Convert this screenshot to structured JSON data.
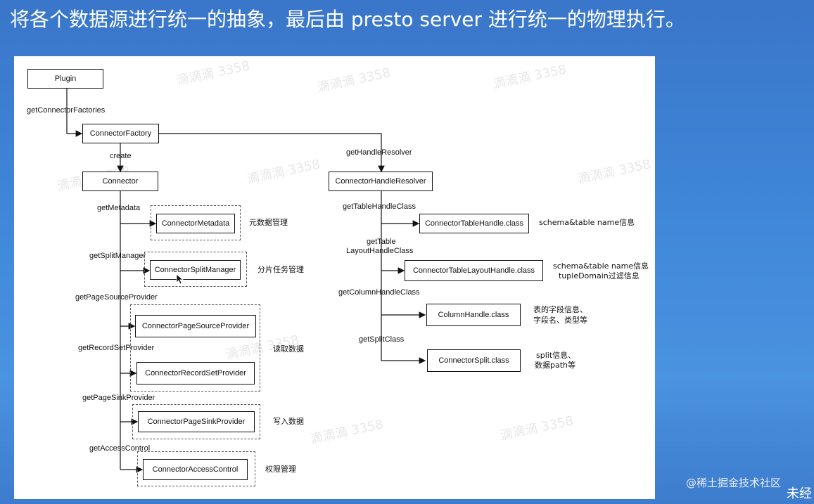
{
  "slide": {
    "title": "将各个数据源进行统一的抽象，最后由 presto server 进行统一的物理执行。",
    "watermark": "@稀土掘金技术社区",
    "corner_text": "未经"
  },
  "diagram": {
    "background_watermark": "滴滴滴 3358",
    "boxes": {
      "plugin": "Plugin",
      "connector_factory": "ConnectorFactory",
      "connector": "Connector",
      "connector_metadata": "ConnectorMetadata",
      "connector_split_manager": "ConnectorSplitManager",
      "connector_page_source_provider": "ConnectorPageSourceProvider",
      "connector_record_set_provider": "ConnectorRecordSetProvider",
      "connector_page_sink_provider": "ConnectorPageSinkProvider",
      "connector_access_control": "ConnectorAccessControl",
      "connector_handle_resolver": "ConnectorHandleResolver",
      "connector_table_handle": "ConnectorTableHandle.class",
      "connector_table_layout_handle": "ConnectorTableLayoutHandle.class",
      "column_handle": "ColumnHandle.class",
      "connector_split": "ConnectorSplit.class"
    },
    "edge_labels": {
      "get_connector_factories": "getConnectorFactories",
      "create": "create",
      "get_handle_resolver": "getHandleResolver",
      "get_metadata": "getMetadata",
      "get_split_manager": "getSplitManager",
      "get_page_source_provider": "getPageSourceProvider",
      "get_record_set_provider": "getRecordSetProvider",
      "get_page_sink_provider": "getPageSinkProvider",
      "get_access_control": "getAccessControl",
      "get_table_handle_class": "getTableHandleClass",
      "get_table_layout_handle_class_1": "getTable",
      "get_table_layout_handle_class_2": "LayoutHandleClass",
      "get_column_handle_class": "getColumnHandleClass",
      "get_split_class": "getSplitClass"
    },
    "notes": {
      "metadata": "元数据管理",
      "split_manager": "分片任务管理",
      "read_data": "读取数据",
      "write_data": "写入数据",
      "access_control": "权限管理",
      "table_handle": "schema&table name信息",
      "layout_handle_1": "schema&table name信息",
      "layout_handle_2": "tupleDomain过滤信息",
      "column_handle_1": "表的字段信息、",
      "column_handle_2": "字段名、类型等",
      "split_1": "split信息、",
      "split_2": "数据path等"
    }
  }
}
